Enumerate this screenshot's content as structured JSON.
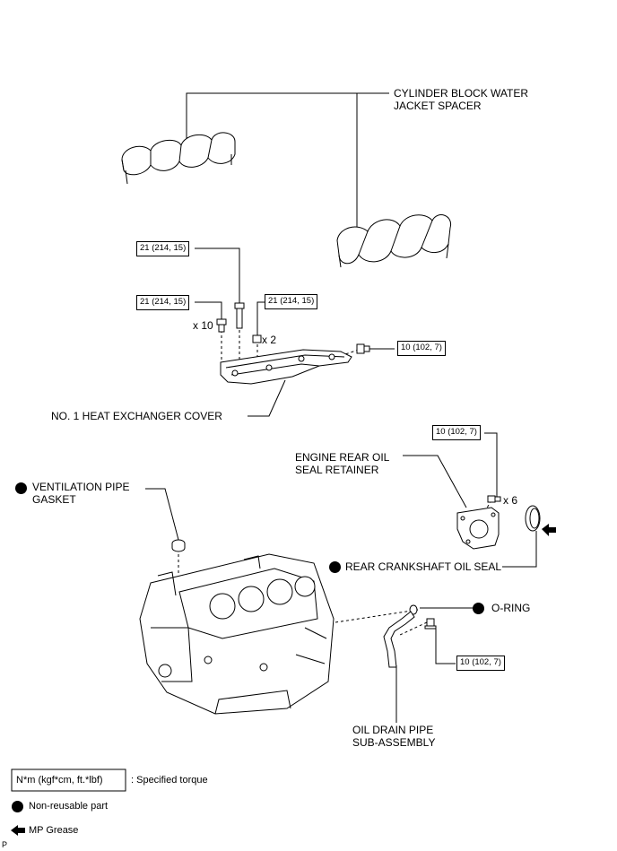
{
  "parts": {
    "water_jacket_spacer": [
      "CYLINDER BLOCK WATER",
      "JACKET SPACER"
    ],
    "heat_exchanger_cover": "NO. 1 HEAT EXCHANGER COVER",
    "rear_oil_seal_retainer": [
      "ENGINE REAR OIL",
      "SEAL RETAINER"
    ],
    "ventilation_pipe_gasket": [
      "VENTILATION PIPE",
      "GASKET"
    ],
    "rear_crankshaft_oil_seal": "REAR CRANKSHAFT OIL SEAL",
    "o_ring": "O-RING",
    "oil_drain_pipe": [
      "OIL DRAIN PIPE",
      "SUB-ASSEMBLY"
    ]
  },
  "torques": {
    "cover_bolt_long": "21 (214, 15)",
    "cover_bolt_x10": "21 (214, 15)",
    "cover_stud_x2": "21 (214, 15)",
    "cover_side_bolt": "10 (102, 7)",
    "retainer_bolt_x6": "10 (102, 7)",
    "drain_pipe_bolt": "10 (102, 7)"
  },
  "quantities": {
    "x10": "x 10",
    "x2": "x 2",
    "x6": "x 6"
  },
  "legend": {
    "torque_box": "N*m (kgf*cm, ft.*lbf)",
    "torque_desc": ": Specified torque",
    "non_reusable": "Non-reusable part",
    "mp_grease": "MP Grease"
  },
  "corner_mark": "P",
  "colors": {
    "ink": "#000000",
    "background": "#ffffff"
  }
}
